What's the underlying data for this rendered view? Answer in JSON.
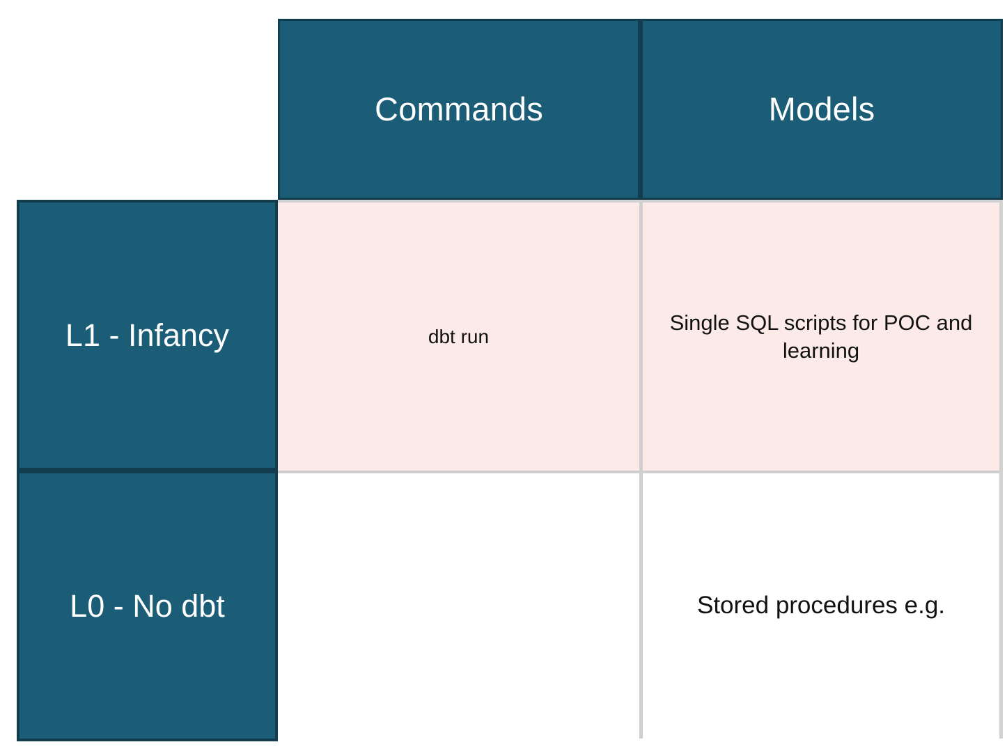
{
  "matrix": {
    "column_headers": [
      {
        "label": "Commands",
        "name": "commands"
      },
      {
        "label": "Models",
        "name": "models"
      }
    ],
    "rows": [
      {
        "header": "L1 - Infancy",
        "commands": "dbt run",
        "models": "Single SQL scripts for POC and learning"
      },
      {
        "header": "L0 - No dbt",
        "commands": "",
        "models": "Stored procedures e.g."
      }
    ],
    "colors": {
      "header_fill": "#1b5d77",
      "header_border": "#123d4f",
      "header_text": "#ffffff",
      "row_l1_cell_fill": "#fbeae7",
      "row_l0_cell_fill": "#ffffff",
      "grid_line": "#cfcfcf",
      "body_text": "#111111"
    }
  }
}
